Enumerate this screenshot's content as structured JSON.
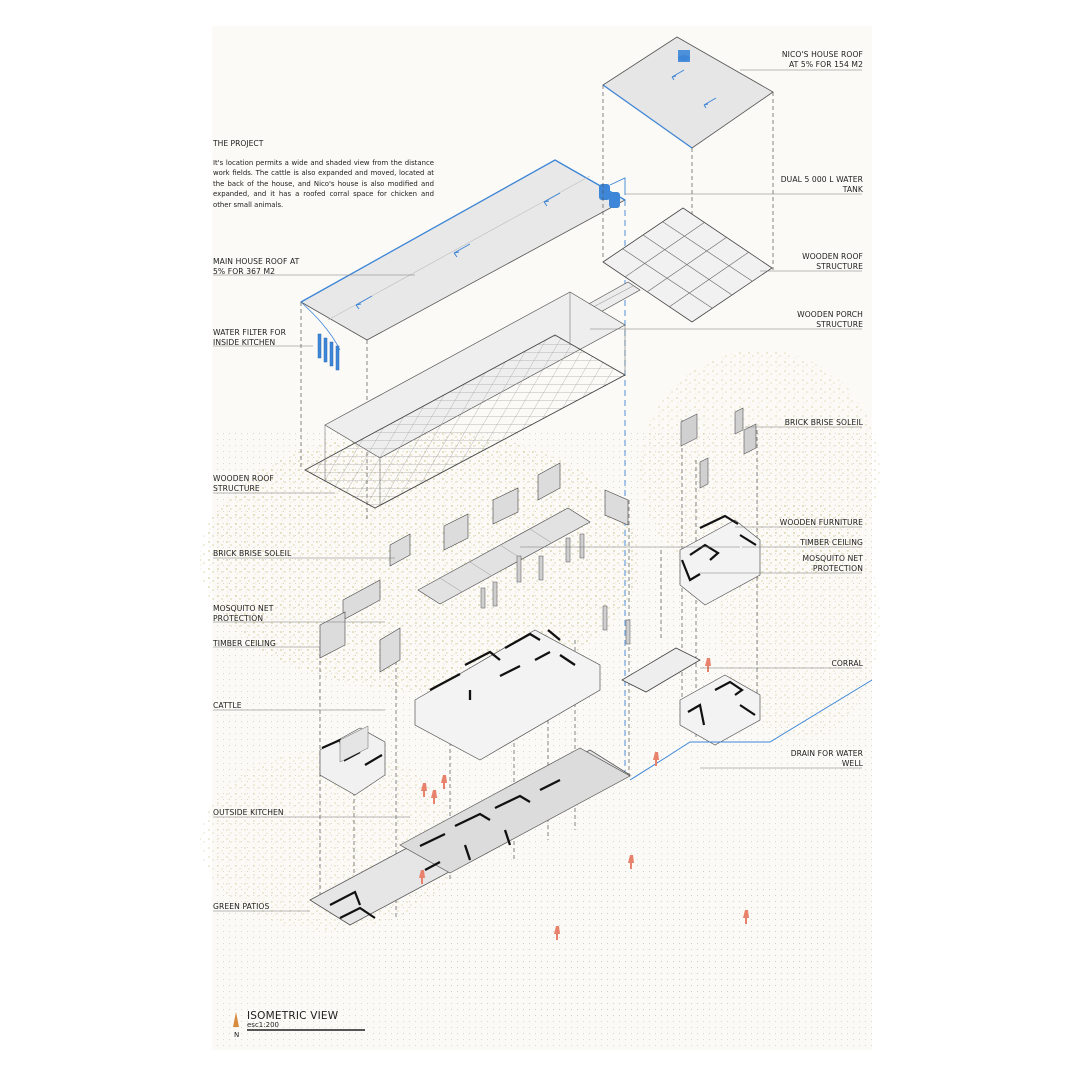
{
  "project": {
    "title": "THE PROJECT",
    "body": "It's location permits a wide and shaded view from the distance work fields. The cattle is also expanded and moved, located at the back of the house, and Nico's house is also modified and expanded, and it has a roofed corral space for chicken and other small animals."
  },
  "labels_left": [
    "MAIN HOUSE ROOF AT\n5% FOR 367 m2",
    "WATER FILTER FOR\nINSIDE KITCHEN",
    "WOODEN ROOF\nSTRUCTURE",
    "BRICK BRISE SOLEIL",
    "MOSQUITO NET\nPROTECTION",
    "TIMBER CEILING",
    "CATTLE",
    "OUTSIDE KITCHEN",
    "GREEN PATIOS"
  ],
  "labels_right": [
    "NICO'S HOUSE ROOF\nAT 5% FOR 154 m2",
    "DUAL 5 000 l WATER\nTANK",
    "WOODEN ROOF\nSTRUCTURE",
    "WOODEN PORCH\nSTRUCTURE",
    "BRICK BRISE SOLEIL",
    "WOODEN FURNITURE",
    "TIMBER CEILING",
    "MOSQUITO NET\nPROTECTION",
    "CORRAL",
    "DRAIN FOR WATER\nWELL"
  ],
  "view": {
    "title": "ISOMETRIC VIEW",
    "scale": "esc1:200",
    "north": "N"
  },
  "colors": {
    "water_blue": "#3d86d8",
    "people_orange": "#e9826c",
    "vegetation": "#d9d2a8",
    "roof_grey": "#e9e9e9",
    "line": "#444444"
  }
}
